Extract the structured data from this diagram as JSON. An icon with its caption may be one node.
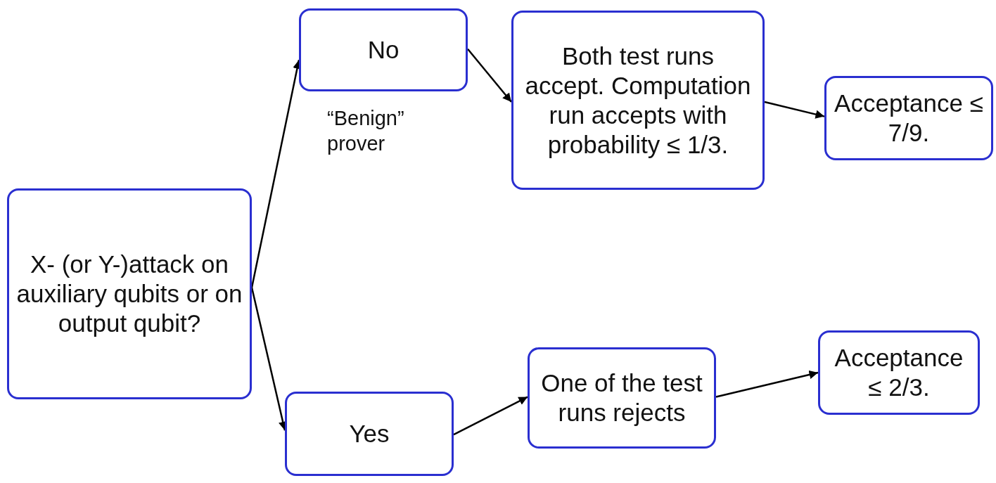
{
  "diagram": {
    "nodes": [
      {
        "text": [
          "X- (or Y-)attack on auxiliary qubits or on output qubit?"
        ]
      },
      {
        "text": [
          "No"
        ]
      },
      {
        "text": [
          "Both test runs accept. Computation run accepts with probability ≤ 1/3."
        ]
      },
      {
        "text": [
          "Acceptance ≤ 7/9."
        ]
      },
      {
        "text": [
          "Yes"
        ]
      },
      {
        "text": [
          "One of the test runs rejects"
        ]
      },
      {
        "text": [
          "Acceptance ≤ 2/3."
        ]
      }
    ],
    "edges": [
      {
        "from": 0,
        "to": 1,
        "arrow": "to"
      },
      {
        "from": 0,
        "to": 4,
        "arrow": "to"
      },
      {
        "from": 1,
        "to": 2,
        "arrow": "to"
      },
      {
        "from": 2,
        "to": 3,
        "arrow": "to"
      },
      {
        "from": 4,
        "to": 5,
        "arrow": "to"
      },
      {
        "from": 5,
        "to": 6,
        "arrow": "to"
      }
    ],
    "labels": [
      "“Benign” prover"
    ]
  }
}
